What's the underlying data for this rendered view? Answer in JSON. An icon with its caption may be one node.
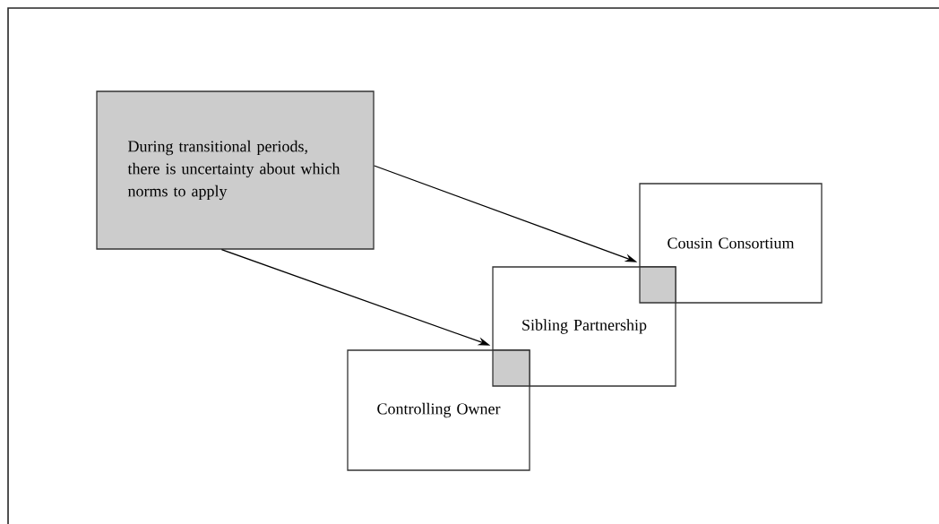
{
  "diagram": {
    "nodes": [
      {
        "text": [
          "During transitional periods, there is uncertainty about which norms to apply"
        ]
      },
      {
        "text": [
          "Cousin Consortium"
        ]
      },
      {
        "text": [
          "Sibling Partnership"
        ]
      },
      {
        "text": [
          "Controlling Owner"
        ]
      }
    ],
    "edges": [
      {
        "from": 0,
        "to": 1,
        "arrow": "to"
      },
      {
        "from": 0,
        "to": 2,
        "arrow": "to"
      }
    ]
  }
}
